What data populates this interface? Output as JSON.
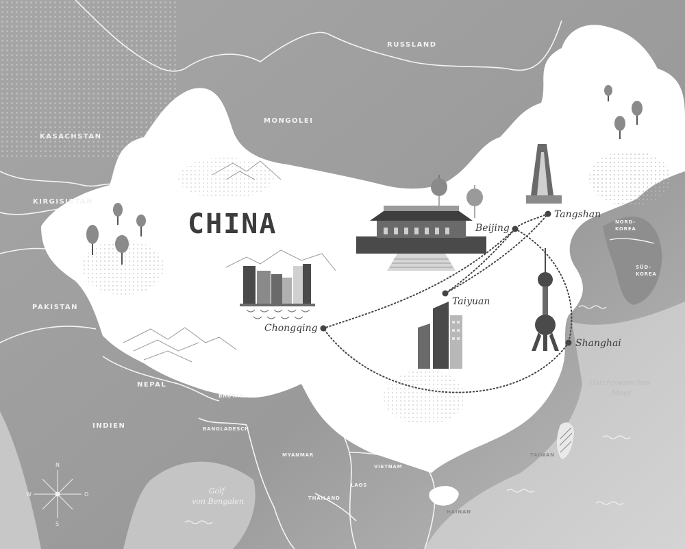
{
  "map": {
    "title": "CHINA",
    "countries": [
      {
        "name": "RUSSLAND",
        "id": "russland"
      },
      {
        "name": "MONGOLEI",
        "id": "mongolei"
      },
      {
        "name": "KASACHSTAN",
        "id": "kasachstan"
      },
      {
        "name": "KIRGISISTAN",
        "id": "kirgisistan"
      },
      {
        "name": "PAKISTAN",
        "id": "pakistan"
      },
      {
        "name": "NEPAL",
        "id": "nepal"
      },
      {
        "name": "BHUTAN",
        "id": "bhutan"
      },
      {
        "name": "BANGLADESCH",
        "id": "bangladesch"
      },
      {
        "name": "INDIEN",
        "id": "indien"
      },
      {
        "name": "MYANMAR",
        "id": "myanmar"
      },
      {
        "name": "VIETNAM",
        "id": "vietnam"
      },
      {
        "name": "LAOS",
        "id": "laos"
      },
      {
        "name": "THAILAND",
        "id": "thailand"
      },
      {
        "name": "NORD-\nKOREA",
        "id": "nordkorea",
        "lines": [
          "NORD-",
          "KOREA"
        ]
      },
      {
        "name": "SÜD-\nKOREA",
        "id": "suedkorea",
        "lines": [
          "SÜD-",
          "KOREA"
        ]
      },
      {
        "name": "TAIWAN",
        "id": "taiwan"
      },
      {
        "name": "HAINAN",
        "id": "hainan"
      }
    ],
    "seas": [
      {
        "id": "ostchinesisches-meer",
        "lines": [
          "Ostchinesisches",
          "Meer"
        ]
      },
      {
        "id": "golf-von-bengalen",
        "lines": [
          "Golf",
          "von Bengalen"
        ]
      }
    ],
    "cities": [
      {
        "name": "Beijing",
        "id": "beijing"
      },
      {
        "name": "Tangshan",
        "id": "tangshan"
      },
      {
        "name": "Taiyuan",
        "id": "taiyuan"
      },
      {
        "name": "Shanghai",
        "id": "shanghai"
      },
      {
        "name": "Chongqing",
        "id": "chongqing"
      }
    ],
    "compass": {
      "n": "N",
      "s": "S",
      "w": "W",
      "o": "O"
    },
    "colors": {
      "land_china": "#ffffff",
      "land_neighbors": "#a9a9a9",
      "land_dark": "#8e8e8e",
      "water": "#c9c9c9",
      "route": "#444444",
      "city_dot": "#444444"
    }
  }
}
